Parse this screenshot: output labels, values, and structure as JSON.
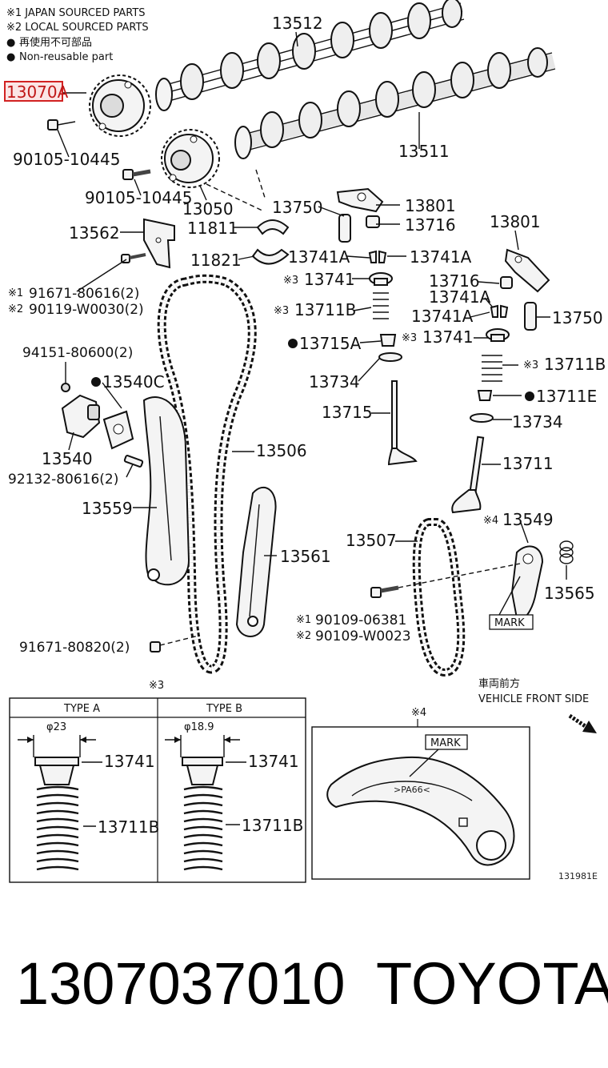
{
  "legend": {
    "note1": "※1 JAPAN SOURCED PARTS",
    "note2": "※2 LOCAL SOURCED PARTS",
    "nonreusable_jp": "再使用不可部品",
    "nonreusable_en": "Non-reusable part",
    "bullet": "●"
  },
  "highlight_color": "#d22222",
  "parts": {
    "p13070a": "13070A",
    "p13512": "13512",
    "p13511": "13511",
    "p90105_a": "90105-10445",
    "p90105_b": "90105-10445",
    "p13050": "13050",
    "p13750_a": "13750",
    "p13801_a": "13801",
    "p13716_a": "13716",
    "p13562": "13562",
    "p11811": "11811",
    "p13801_b": "13801",
    "p11821": "11821",
    "p13741a_1": "13741A",
    "p13741a_2": "13741A",
    "p13741_1": "13741",
    "p13716_b": "13716",
    "p13741a_3": "13741A",
    "p91671_80616": "91671-80616(2)",
    "p90119_w0030": "90119-W0030(2)",
    "p13711b_1": "13711B",
    "p13741a_4": "13741A",
    "p13750_b": "13750",
    "p13715a": "13715A",
    "p13741_2": "13741",
    "p94151": "94151-80600(2)",
    "p13540c": "13540C",
    "p13734_1": "13734",
    "p13711b_2": "13711B",
    "p13711e": "13711E",
    "p13715": "13715",
    "p13734_2": "13734",
    "p13540": "13540",
    "p13506": "13506",
    "p92132": "92132-80616(2)",
    "p13711": "13711",
    "p13559": "13559",
    "p13549": "13549",
    "p13507": "13507",
    "p13561": "13561",
    "p13565": "13565",
    "p90109_06381": "90109-06381",
    "p90109_w0023": "90109-W0023",
    "p91671_80820": "91671-80820(2)",
    "mark_label": "MARK"
  },
  "prefixes": {
    "n1": "※1",
    "n2": "※2",
    "n3": "※3",
    "n4": "※4"
  },
  "direction": {
    "jp": "車両前方",
    "en": "VEHICLE FRONT SIDE"
  },
  "detail_types": {
    "note": "※3",
    "type_a": "TYPE A",
    "type_b": "TYPE B",
    "dia_a": "φ23",
    "dia_b": "φ18.9",
    "retainer_a": "13741",
    "spring_a": "13711B",
    "retainer_b": "13741",
    "spring_b": "13711B"
  },
  "detail_guide": {
    "note": "※4",
    "mark": "MARK",
    "engraving": ">PA66<"
  },
  "figure_id": "131981E",
  "footer": {
    "part_number": "1307037010",
    "brand": "TOYOTA"
  }
}
